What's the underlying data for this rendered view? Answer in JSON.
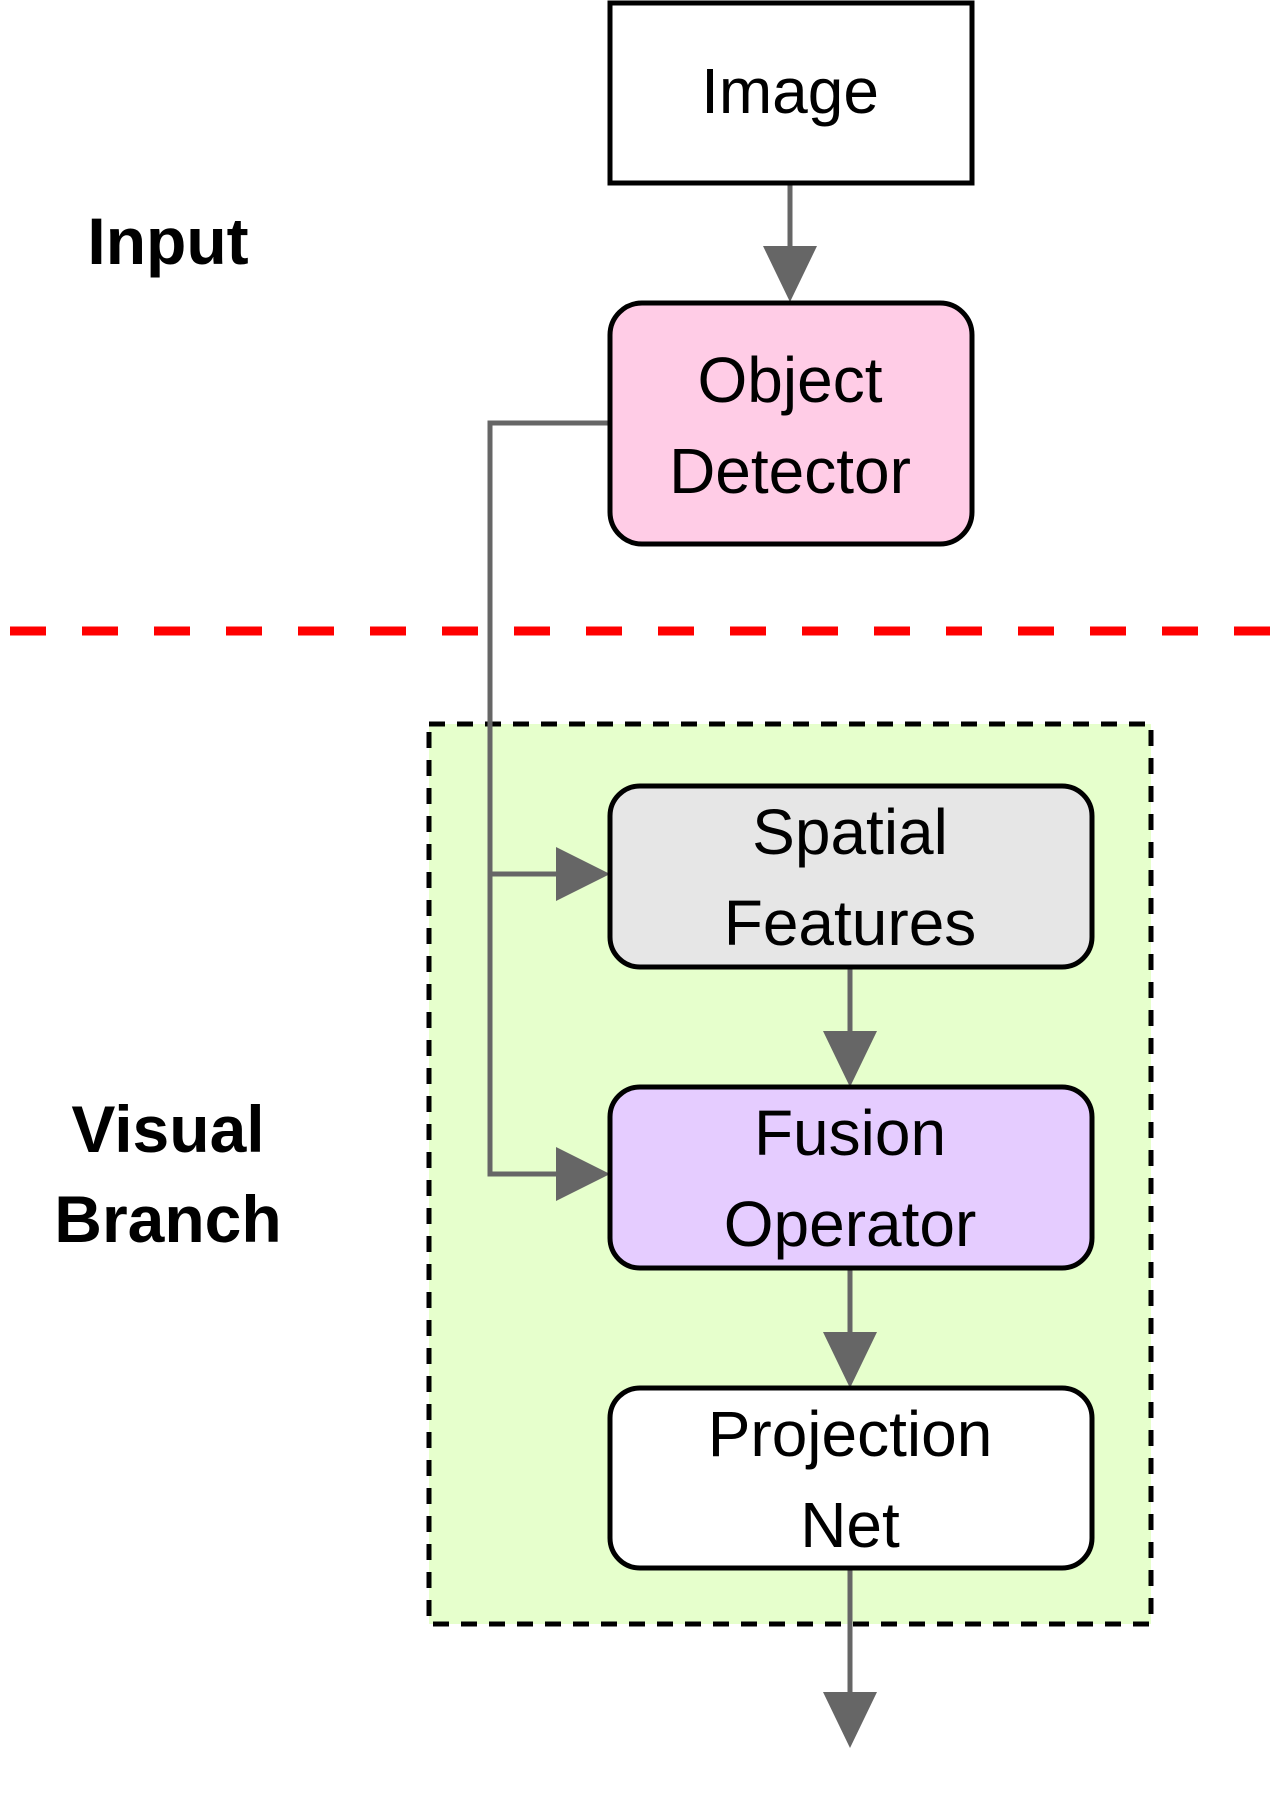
{
  "sections": {
    "input": {
      "label": "Input"
    },
    "visual_branch": {
      "line1": "Visual",
      "line2": "Branch"
    }
  },
  "nodes": {
    "image": {
      "label": "Image",
      "fill": "#ffffff"
    },
    "object_detector": {
      "line1": "Object",
      "line2": "Detector",
      "fill": "#ffcce6"
    },
    "spatial_features": {
      "line1": "Spatial",
      "line2": "Features",
      "fill": "#e6e6e6"
    },
    "fusion_operator": {
      "line1": "Fusion",
      "line2": "Operator",
      "fill": "#e5ccff"
    },
    "projection_net": {
      "line1": "Projection",
      "line2": "Net",
      "fill": "#ffffff"
    }
  },
  "colors": {
    "separator": "#ff0000",
    "branch_background": "#e6ffcc",
    "edge": "#666666"
  },
  "edges": [
    {
      "from": "image",
      "to": "object_detector"
    },
    {
      "from": "object_detector",
      "to": "spatial_features"
    },
    {
      "from": "object_detector",
      "to": "fusion_operator"
    },
    {
      "from": "spatial_features",
      "to": "fusion_operator"
    },
    {
      "from": "fusion_operator",
      "to": "projection_net"
    },
    {
      "from": "projection_net",
      "to": "output"
    }
  ]
}
